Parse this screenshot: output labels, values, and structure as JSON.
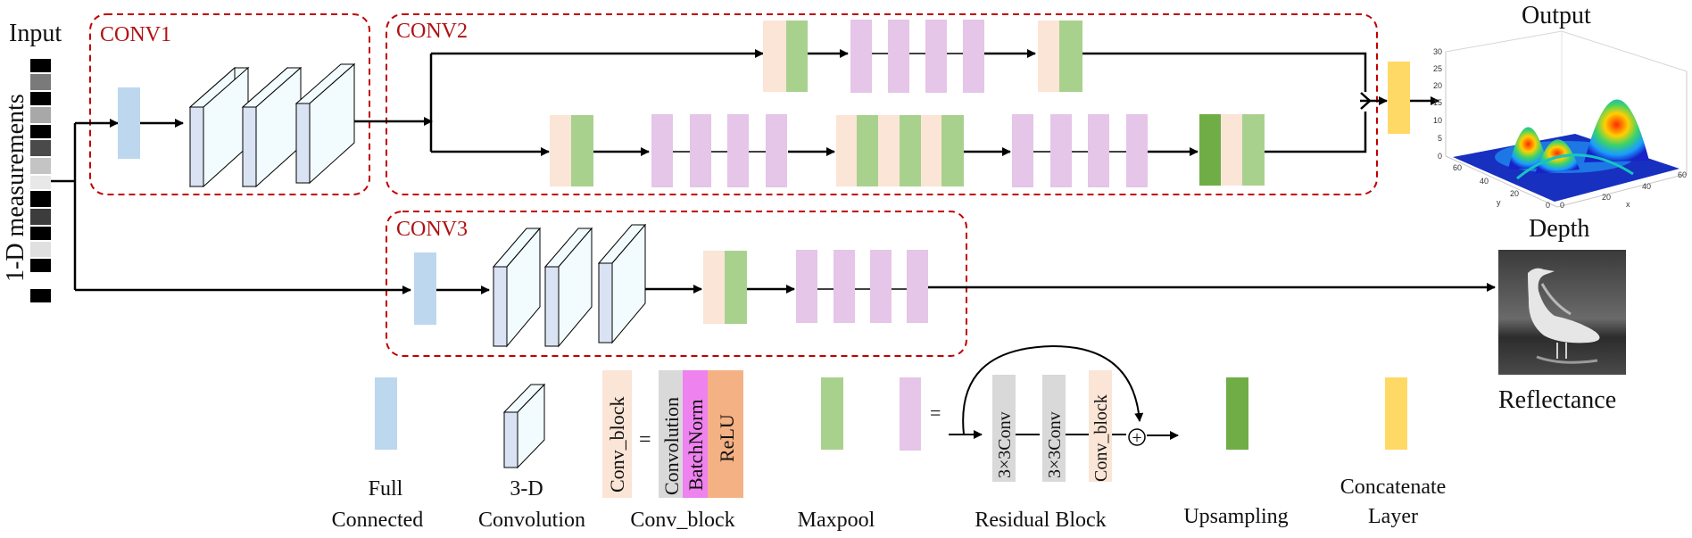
{
  "input_title": "Input",
  "input_vertical_label": "1-D measurements",
  "groups": {
    "conv1": "CONV1",
    "conv2": "CONV2",
    "conv3": "CONV3"
  },
  "outputs": {
    "output_title": "Output",
    "depth_label": "Depth",
    "reflectance_label": "Reflectance"
  },
  "plot_axes": {
    "z_ticks": [
      "0",
      "5",
      "10",
      "15",
      "20",
      "25",
      "30"
    ],
    "y_ticks": [
      "60",
      "40",
      "20",
      "0"
    ],
    "x_ticks": [
      "0",
      "20",
      "40",
      "60"
    ],
    "y_label": "y",
    "x_label": "x"
  },
  "legend": {
    "full_connected": [
      "Full",
      "Connected"
    ],
    "conv3d": [
      "3-D",
      "Convolution"
    ],
    "conv_block": "Conv_block",
    "conv_block_tag": "Conv_block",
    "equals": "=",
    "conv_parts": [
      "Convolution",
      "BatchNorm",
      "ReLU"
    ],
    "maxpool": "Maxpool",
    "residual_block": "Residual Block",
    "residual_parts": [
      "3×3Conv",
      "3×3Conv",
      "Conv_block"
    ],
    "plus": "+",
    "upsampling": "Upsampling",
    "concatenate": [
      "Concatenate",
      "Layer"
    ]
  },
  "colors": {
    "full_connected": "#bdd7ee",
    "conv3d_front": "#dae3f3",
    "conv3d_side": "#f2fbfd",
    "conv_block": "#fbe5d6",
    "maxpool": "#a9d18e",
    "residual": "#e5c5e8",
    "upsampling": "#70ad47",
    "concatenate": "#ffd966",
    "group_border": "#c00000",
    "convolution_bg": "#d9d9d9",
    "batchnorm_bg": "#ee82ee",
    "relu_bg": "#f4b183"
  }
}
